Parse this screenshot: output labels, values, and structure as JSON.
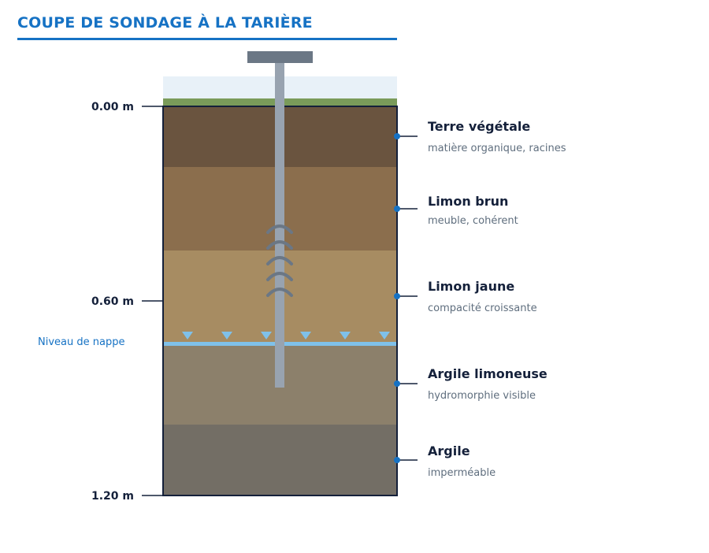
{
  "title": "COUPE DE SONDAGE À LA TARIÈRE",
  "depths": [
    "0.00 m",
    "0.60 m",
    "1.20 m"
  ],
  "water_table": {
    "label": "Niveau de nappe",
    "color": "#7fc1ea"
  },
  "layers": [
    {
      "name": "Terre végétale",
      "description": "matière organique, racines",
      "color": "#6a543f"
    },
    {
      "name": "Limon brun",
      "description": "meuble, cohérent",
      "color": "#8b6e4d"
    },
    {
      "name": "Limon jaune",
      "description": "compacité croissante",
      "color": "#a78c62"
    },
    {
      "name": "Argile limoneuse",
      "description": "hydromorphie visible",
      "color": "#8c806b"
    },
    {
      "name": "Argile",
      "description": "imperméable",
      "color": "#736e65"
    }
  ],
  "colors": {
    "accent": "#1672c4",
    "label_text": "#14203a",
    "grass": "#7a9b5a",
    "sky": "#e8f1f8",
    "auger": "#98a3b0",
    "auger_handle": "#6b7785"
  }
}
